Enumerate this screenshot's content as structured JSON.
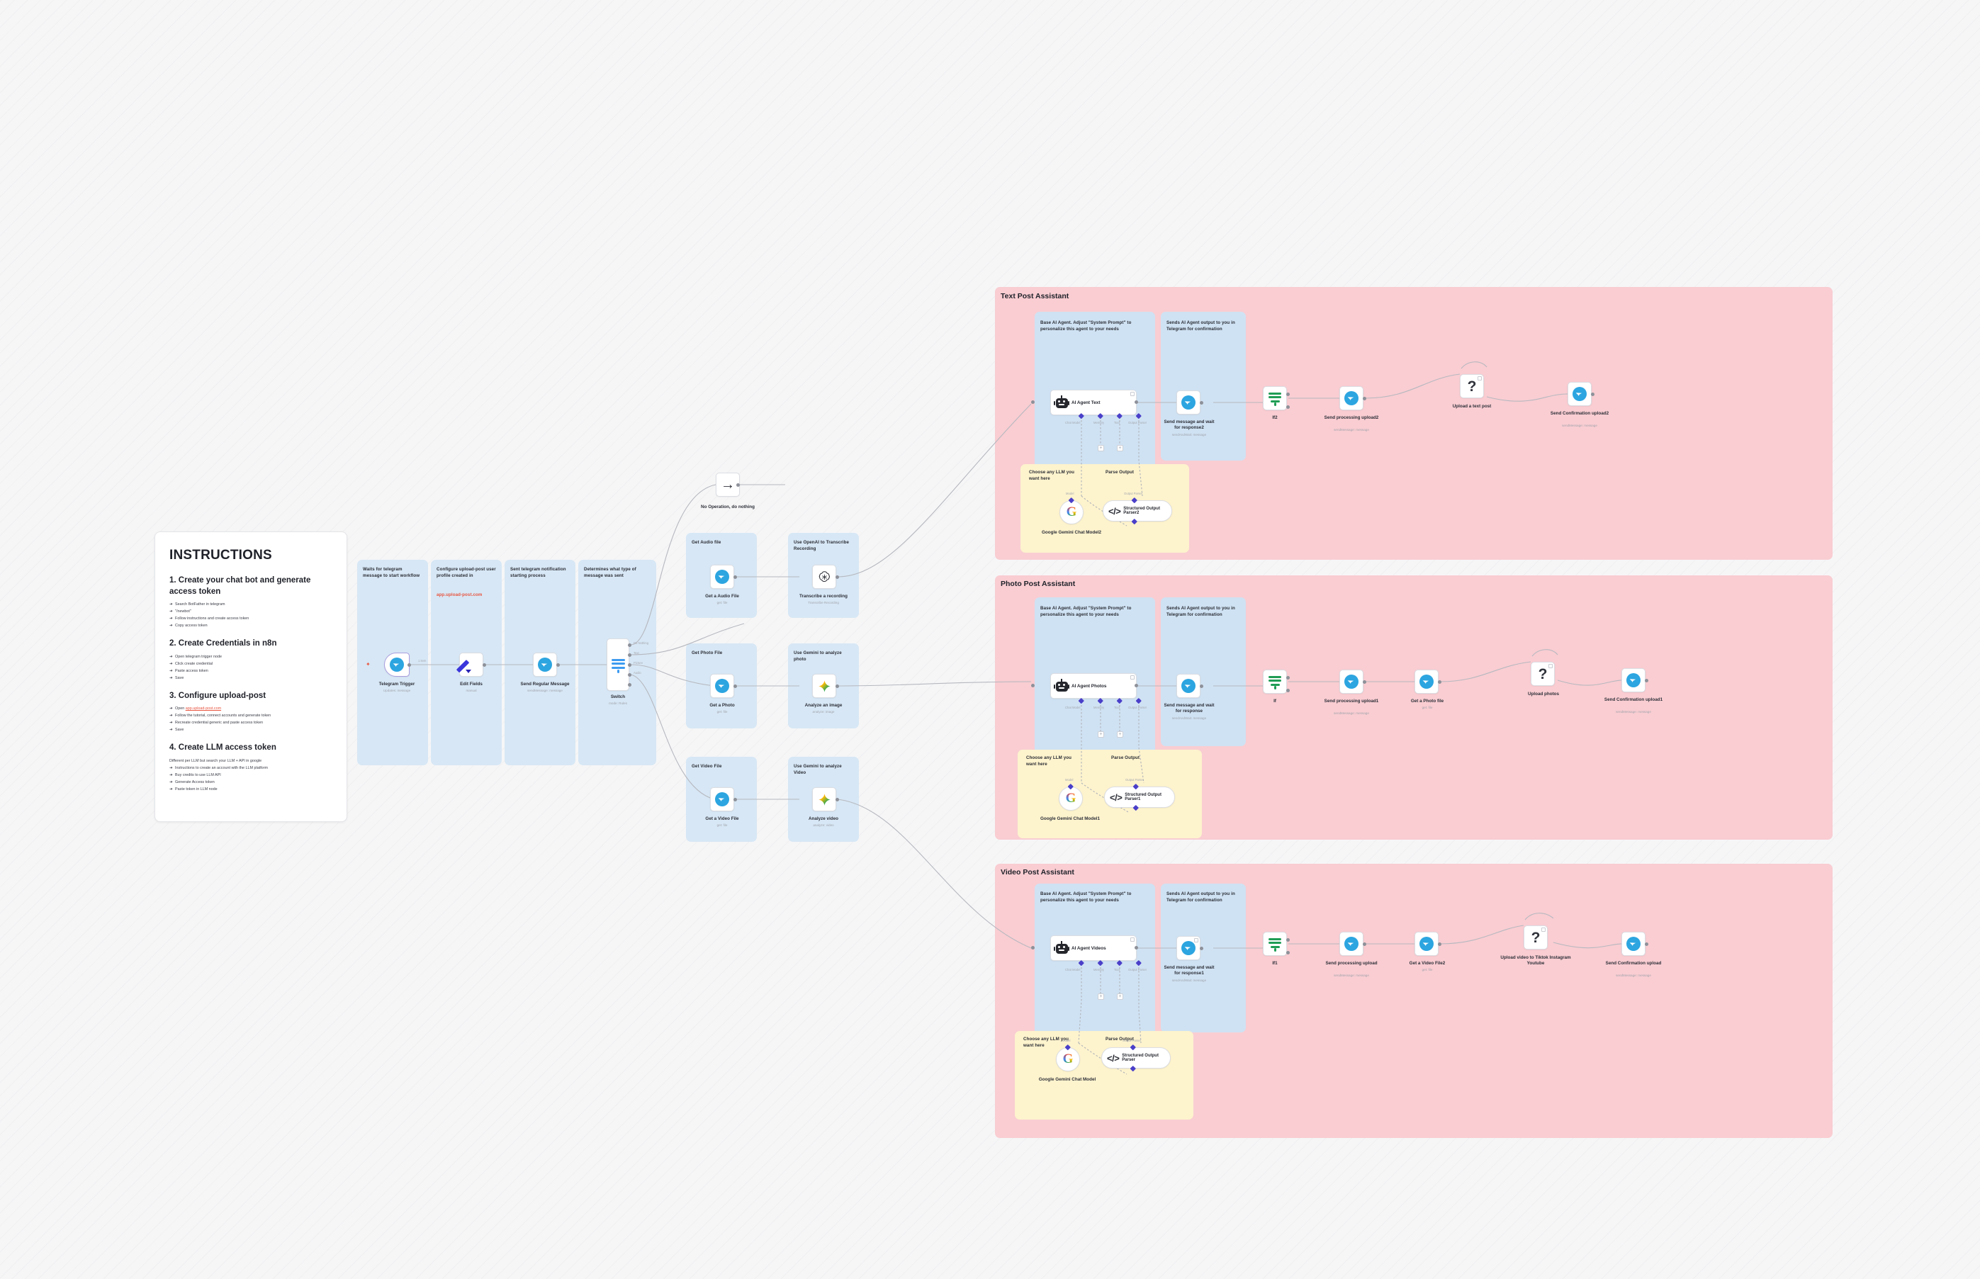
{
  "canvas": {
    "background_color": "#f6f6f7"
  },
  "instructions": {
    "title": "INSTRUCTIONS",
    "sections": [
      {
        "heading": "1. Create your chat bot and generate access token",
        "items": [
          "Search BotFather in telegram",
          "\"/newbot\"",
          "Follow instructions and create access token",
          "Copy access token"
        ]
      },
      {
        "heading": "2. Create Credentials in n8n",
        "items": [
          "Open telegram trigger node",
          "Click create credential",
          "Paste access token",
          "Save"
        ]
      },
      {
        "heading": "3. Configure upload-post",
        "link_prefix": "Open ",
        "link_text": "app.upload-post.com",
        "items": [
          "Follow the tutorial, connect accounts and generate token",
          "Recreate credential generic and paste access token",
          "Save"
        ]
      },
      {
        "heading": "4. Create LLM access token",
        "note": "Different per LLM but search your LLM + API in google",
        "items": [
          "Instructions to create an account with the LLM platform",
          "Buy credits to use LLM API",
          "Generate Access token",
          "Paste token in LLM node"
        ]
      }
    ]
  },
  "groups": {
    "text_post_assistant": {
      "title": "Text Post Assistant",
      "color": "#f9cdd2"
    },
    "photo_post_assistant": {
      "title": "Photo Post Assistant",
      "color": "#f9cdd2"
    },
    "video_post_assistant": {
      "title": "Video Post Assistant",
      "color": "#f9cdd2"
    }
  },
  "labels": {
    "wait_for_telegram": "Waits for telegram message to start workflow",
    "configure_upload_post": "Configure upload-post user profile created in",
    "configure_upload_post_link": "app.upload-post.com",
    "sent_telegram_notification": "Sent telegram notification starting process",
    "determine_type": "Determines what type of message was sent",
    "get_audio_file": "Get Audio file",
    "use_openai_transcribe": "Use OpenAI to Transcribe Recording",
    "get_photo_file": "Get Photo File",
    "use_gemini_photo": "Use Gemini to analyze photo",
    "get_video_file": "Get Video File",
    "use_gemini_video": "Use Gemini to analyze Video",
    "base_ai_agent": "Base AI Agent. Adjust \"System Prompt\" to personalize this agent to your needs",
    "sends_ai_output": "Sends AI Agent output to you in Telegram for confirmation",
    "choose_llm": "Choose any LLM you want here",
    "parse_output": "Parse Output"
  },
  "nodes": {
    "telegram_trigger": {
      "name": "Telegram Trigger",
      "subtitle": "Updates: message",
      "icon": "telegram-icon"
    },
    "edit_fields": {
      "name": "Edit Fields",
      "subtitle": "manual",
      "icon": "pencil-icon"
    },
    "send_regular_message": {
      "name": "Send Regular Message",
      "subtitle": "sendMessage: message",
      "icon": "telegram-icon"
    },
    "switch": {
      "name": "Switch",
      "subtitle": "mode: Rules",
      "icon": "switch-icon"
    },
    "no_operation": {
      "name": "No Operation, do nothing",
      "subtitle": "",
      "icon": "arrow-right-icon"
    },
    "get_a_audio_file": {
      "name": "Get a Audio File",
      "subtitle": "get: file",
      "icon": "telegram-icon"
    },
    "transcribe_recording": {
      "name": "Transcribe a recording",
      "subtitle": "Transcribe Recording",
      "icon": "openai-icon"
    },
    "get_a_photo": {
      "name": "Get a Photo",
      "subtitle": "get: file",
      "icon": "telegram-icon"
    },
    "analyze_an_image": {
      "name": "Analyze an image",
      "subtitle": "analyze: image",
      "icon": "gemini-icon"
    },
    "get_a_video_file": {
      "name": "Get a Video File",
      "subtitle": "get: file",
      "icon": "telegram-icon"
    },
    "analyze_video": {
      "name": "Analyze video",
      "subtitle": "analyze: video",
      "icon": "gemini-icon"
    },
    "ai_agent_text": {
      "name": "AI Agent Text",
      "icon": "robot-icon"
    },
    "send_wait_response2": {
      "name": "Send message and wait for response2",
      "subtitle": "sendAndWait: message",
      "icon": "telegram-icon"
    },
    "if2": {
      "name": "If2",
      "icon": "filter-icon"
    },
    "send_processing_upload2": {
      "name": "Send processing upload2",
      "subtitle": "sendMessage: message",
      "icon": "telegram-icon"
    },
    "upload_text_post": {
      "name": "Upload a text post",
      "icon": "question-icon"
    },
    "send_confirmation_upload2": {
      "name": "Send Confirmation upload2",
      "subtitle": "sendMessage: message",
      "icon": "telegram-icon"
    },
    "google_gemini_chat_model2": {
      "name": "Google Gemini Chat Model2",
      "icon": "google-icon",
      "port_label": "Model"
    },
    "structured_output_parser2": {
      "name": "Structured Output Parser2",
      "icon": "code-icon",
      "port_label": "Output Parser"
    },
    "ai_agent_photos": {
      "name": "AI Agent Photos",
      "icon": "robot-icon"
    },
    "send_wait_response": {
      "name": "Send message and wait for response",
      "subtitle": "sendAndWait: message",
      "icon": "telegram-icon"
    },
    "if": {
      "name": "If",
      "icon": "filter-icon"
    },
    "send_processing_upload1": {
      "name": "Send processing upload1",
      "subtitle": "sendMessage: message",
      "icon": "telegram-icon"
    },
    "get_a_photo_file": {
      "name": "Get a Photo file",
      "subtitle": "get: file",
      "icon": "telegram-icon"
    },
    "upload_photos": {
      "name": "Upload photos",
      "icon": "question-icon"
    },
    "send_confirmation_upload1": {
      "name": "Send Confirmation upload1",
      "subtitle": "sendMessage: message",
      "icon": "telegram-icon"
    },
    "google_gemini_chat_model1": {
      "name": "Google Gemini Chat Model1",
      "icon": "google-icon",
      "port_label": "Model"
    },
    "structured_output_parser1": {
      "name": "Structured Output Parser1",
      "icon": "code-icon",
      "port_label": "Output Parser"
    },
    "ai_agent_videos": {
      "name": "AI Agent Videos",
      "icon": "robot-icon"
    },
    "send_wait_response1": {
      "name": "Send message and wait for response1",
      "subtitle": "sendAndWait: message",
      "icon": "telegram-icon"
    },
    "if1": {
      "name": "If1",
      "icon": "filter-icon"
    },
    "send_processing_upload": {
      "name": "Send processing upload",
      "subtitle": "sendMessage: message",
      "icon": "telegram-icon"
    },
    "get_a_video_file2": {
      "name": "Get a Video File2",
      "subtitle": "get: file",
      "icon": "telegram-icon"
    },
    "upload_video_social": {
      "name": "Upload video to Tiktok Instagram Youtube",
      "icon": "question-icon"
    },
    "send_confirmation_upload": {
      "name": "Send Confirmation upload",
      "subtitle": "sendMessage: message",
      "icon": "telegram-icon"
    },
    "google_gemini_chat_model": {
      "name": "Google Gemini Chat Model",
      "icon": "google-icon",
      "port_label": "Model"
    },
    "structured_output_parser": {
      "name": "Structured Output Parser",
      "icon": "code-icon",
      "port_label": "Output Parser"
    }
  },
  "connection_labels": {
    "trigger_out": "1 item",
    "switch_outputs": [
      "Do Nothing",
      "Text",
      "Picture",
      "Audio",
      ""
    ],
    "agent_ports": [
      "Chat Model",
      "Memory",
      "Tool",
      "Output Parser"
    ]
  }
}
